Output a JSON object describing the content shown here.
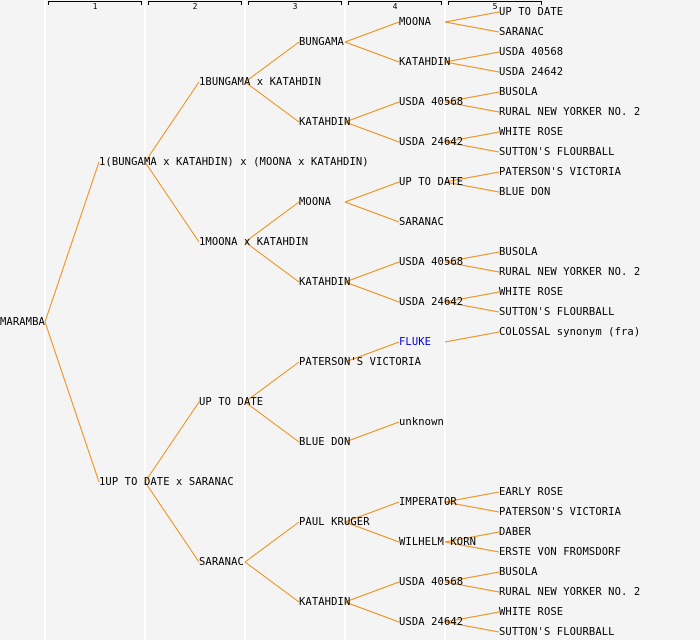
{
  "line_color": "#f08c14",
  "link_color": "#0000dd",
  "columns": [
    "1",
    "2",
    "3",
    "4",
    "5"
  ],
  "tree": {
    "label": "MARAMBA",
    "children": [
      {
        "label": "1(BUNGAMA x KATAHDIN) x (MOONA x KATAHDIN)",
        "children": [
          {
            "label": "1BUNGAMA x KATAHDIN",
            "children": [
              {
                "label": "BUNGAMA",
                "children": [
                  {
                    "label": "MOONA",
                    "children": [
                      {
                        "label": "UP TO DATE"
                      },
                      {
                        "label": "SARANAC"
                      }
                    ]
                  },
                  {
                    "label": "KATAHDIN",
                    "children": [
                      {
                        "label": "USDA 40568"
                      },
                      {
                        "label": "USDA 24642"
                      }
                    ]
                  }
                ]
              },
              {
                "label": "KATAHDIN",
                "children": [
                  {
                    "label": "USDA 40568",
                    "children": [
                      {
                        "label": "BUSOLA"
                      },
                      {
                        "label": "RURAL NEW YORKER NO. 2"
                      }
                    ]
                  },
                  {
                    "label": "USDA 24642",
                    "children": [
                      {
                        "label": "WHITE ROSE"
                      },
                      {
                        "label": "SUTTON'S FLOURBALL"
                      }
                    ]
                  }
                ]
              }
            ]
          },
          {
            "label": "1MOONA x KATAHDIN",
            "children": [
              {
                "label": "MOONA",
                "children": [
                  {
                    "label": "UP TO DATE",
                    "children": [
                      {
                        "label": "PATERSON'S VICTORIA"
                      },
                      {
                        "label": "BLUE DON"
                      }
                    ]
                  },
                  {
                    "label": "SARANAC"
                  }
                ]
              },
              {
                "label": "KATAHDIN",
                "children": [
                  {
                    "label": "USDA 40568",
                    "children": [
                      {
                        "label": "BUSOLA"
                      },
                      {
                        "label": "RURAL NEW YORKER NO. 2"
                      }
                    ]
                  },
                  {
                    "label": "USDA 24642",
                    "children": [
                      {
                        "label": "WHITE ROSE"
                      },
                      {
                        "label": "SUTTON'S FLOURBALL"
                      }
                    ]
                  }
                ]
              }
            ]
          }
        ]
      },
      {
        "label": "1UP TO DATE x SARANAC",
        "children": [
          {
            "label": "UP TO DATE",
            "children": [
              {
                "label": "PATERSON'S VICTORIA",
                "children": [
                  {
                    "label": "FLUKE",
                    "link": true,
                    "children": [
                      {
                        "label": "COLOSSAL synonym (fra)"
                      }
                    ]
                  }
                ]
              },
              {
                "label": "BLUE DON",
                "children": [
                  {
                    "label": "unknown"
                  }
                ]
              }
            ]
          },
          {
            "label": "SARANAC",
            "children": [
              {
                "label": "PAUL KRUGER",
                "children": [
                  {
                    "label": "IMPERATOR",
                    "children": [
                      {
                        "label": "EARLY ROSE"
                      },
                      {
                        "label": "PATERSON'S VICTORIA"
                      }
                    ]
                  },
                  {
                    "label": "WILHELM KORN",
                    "children": [
                      {
                        "label": "DABER"
                      },
                      {
                        "label": "ERSTE VON FROMSDORF"
                      }
                    ]
                  }
                ]
              },
              {
                "label": "KATAHDIN",
                "children": [
                  {
                    "label": "USDA 40568",
                    "children": [
                      {
                        "label": "BUSOLA"
                      },
                      {
                        "label": "RURAL NEW YORKER NO. 2"
                      }
                    ]
                  },
                  {
                    "label": "USDA 24642",
                    "children": [
                      {
                        "label": "WHITE ROSE"
                      },
                      {
                        "label": "SUTTON'S FLOURBALL"
                      }
                    ]
                  }
                ]
              }
            ]
          }
        ]
      }
    ]
  }
}
